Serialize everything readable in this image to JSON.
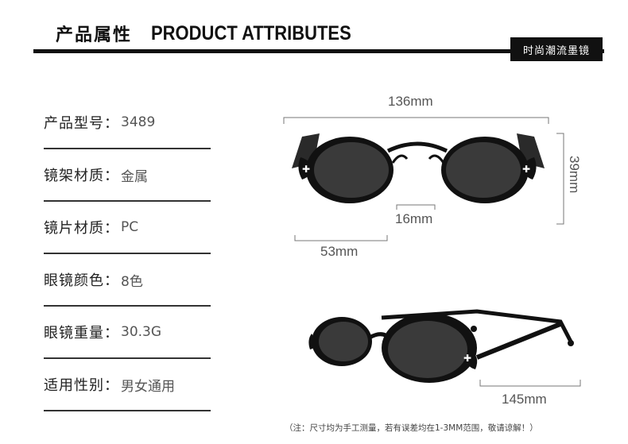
{
  "header": {
    "title_cn": "产品属性",
    "title_en": "PRODUCT ATTRIBUTES",
    "badge": "时尚潮流墨镜"
  },
  "attributes": [
    {
      "label": "产品型号：",
      "value": "3489"
    },
    {
      "label": "镜架材质：",
      "value": "金属"
    },
    {
      "label": "镜片材质：",
      "value": "PC"
    },
    {
      "label": "眼镜颜色：",
      "value": "8色"
    },
    {
      "label": "眼镜重量：",
      "value": "30.3G"
    },
    {
      "label": "适用性别：",
      "value": "男女通用"
    }
  ],
  "dimensions": {
    "total_width": "136mm",
    "lens_height": "39mm",
    "bridge": "16mm",
    "lens_width": "53mm",
    "temple_length": "145mm"
  },
  "note": "（注：尺寸均为手工测量，若有误差均在1-3MM范围，敬请谅解！）",
  "colors": {
    "frame": "#111111",
    "lens": "#3a3a3a",
    "dimension_line": "#777777"
  }
}
